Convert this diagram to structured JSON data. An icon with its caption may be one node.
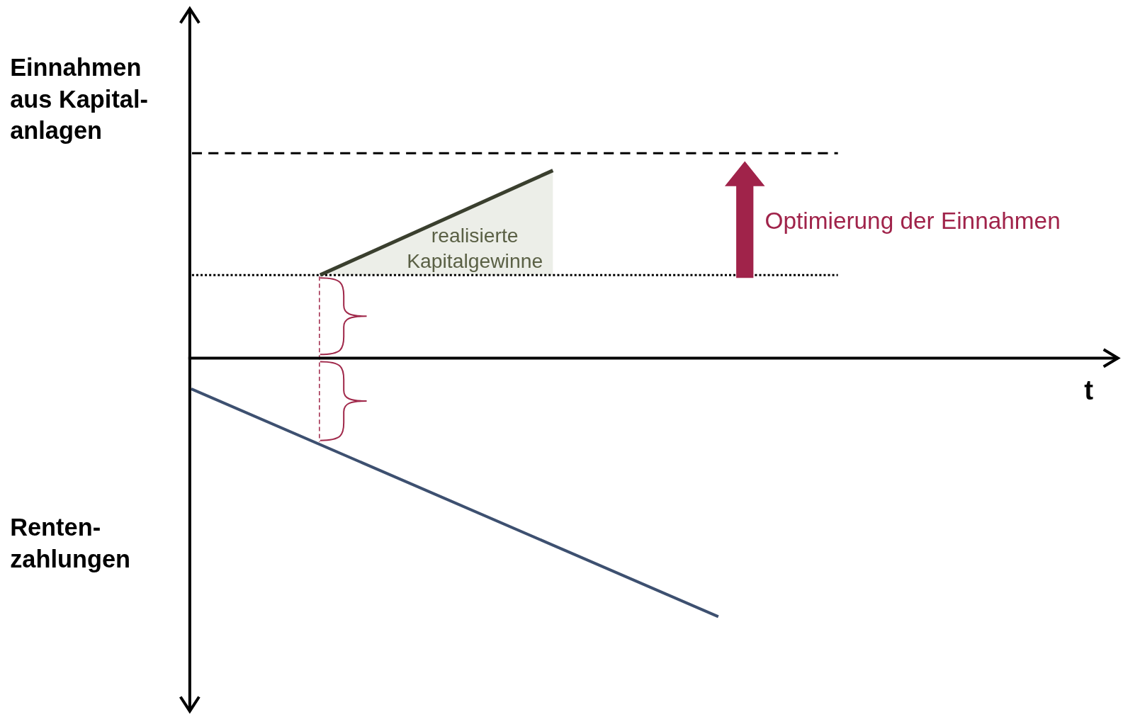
{
  "diagram": {
    "labels": [
      "Einnahmen aus Kapital- anlagen",
      "Optimierung der Einnahmen",
      "realisierte Kapitalgewinne",
      "t",
      "Renten- zahlungen"
    ]
  }
}
